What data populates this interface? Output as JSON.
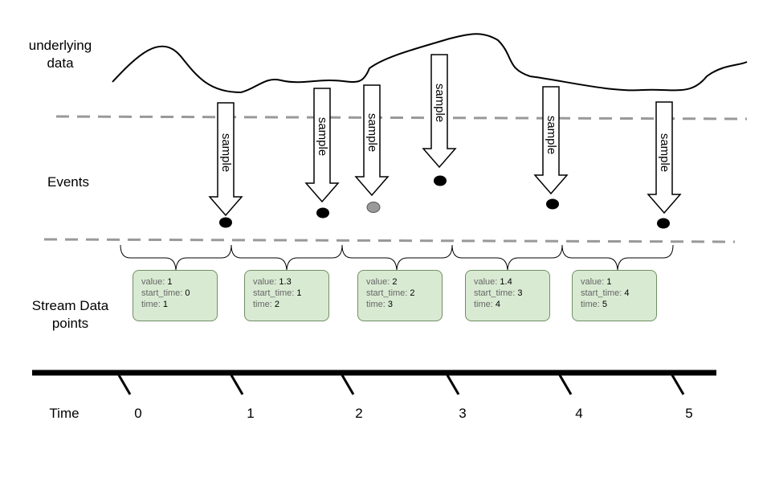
{
  "labels": {
    "underlying_data": "underlying\ndata",
    "events": "Events",
    "stream_data_points": "Stream Data\npoints",
    "time": "Time"
  },
  "sample_label": "sample",
  "data_points": [
    {
      "value": "1",
      "start_time": "0",
      "time": "1"
    },
    {
      "value": "1.3",
      "start_time": "1",
      "time": "2"
    },
    {
      "value": "2",
      "start_time": "2",
      "time": "3"
    },
    {
      "value": "1.4",
      "start_time": "3",
      "time": "4"
    },
    {
      "value": "1",
      "start_time": "4",
      "time": "5"
    }
  ],
  "field_names": {
    "value": "value:",
    "start_time": "start_time:",
    "time": "time:"
  },
  "time_ticks": [
    "0",
    "1",
    "2",
    "3",
    "4",
    "5"
  ],
  "colors": {
    "event_dot": "#000000",
    "event_dot_gray": "#999999",
    "box_fill": "#d9ead3",
    "dash": "#999999"
  }
}
